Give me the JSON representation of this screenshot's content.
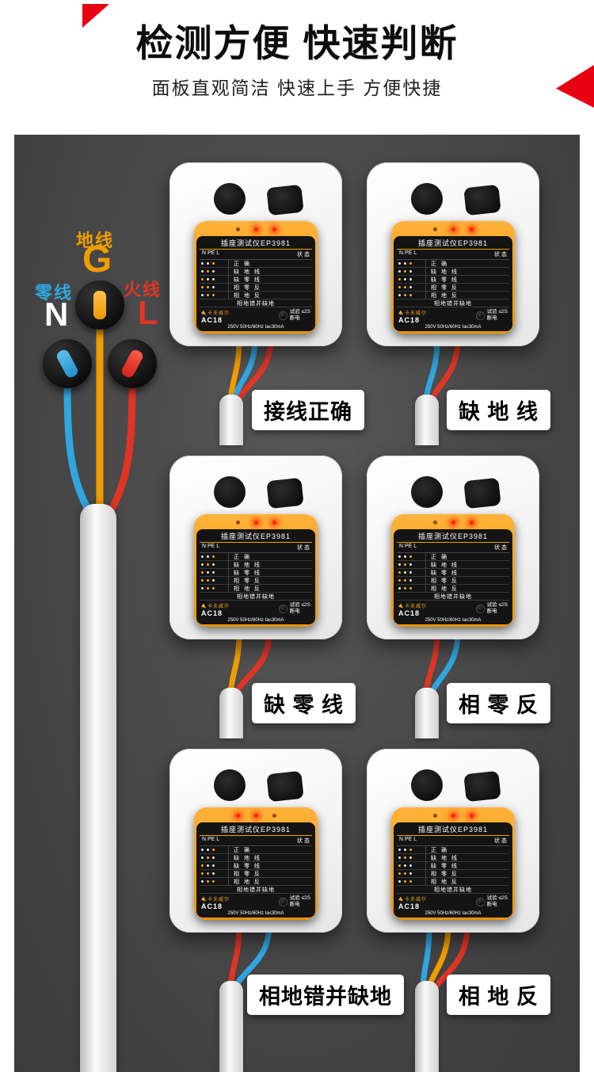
{
  "page": {
    "title": "检测方便 快速判断",
    "subtitle": "面板直观简洁 快速上手 方便快捷"
  },
  "legend": {
    "ground_label": "地线",
    "ground_letter": "G",
    "neutral_label": "零线",
    "neutral_letter": "N",
    "live_label": "火线",
    "live_letter": "L",
    "colors": {
      "ground": "#f09d00",
      "neutral": "#2fa6df",
      "live": "#e23425",
      "accent_red": "#e60012"
    }
  },
  "tester": {
    "title": "插座测试仪EP3981",
    "col_left": "N PE L",
    "col_right": "状 态",
    "rows": [
      "正 确",
      "缺 地 线",
      "缺 零 线",
      "相 零 反",
      "相 地 反",
      "相地错并缺地"
    ],
    "brand": "卡夫威尔",
    "model": "AC18",
    "test": "试验",
    "time": "≤2S",
    "cut": "断电",
    "rating": "250V 50Hz/60Hz Ia≤30mA"
  },
  "sockets": [
    {
      "label": "接线正确",
      "leds": [
        0,
        1,
        1
      ],
      "wires": [
        "ground",
        "neutral",
        "live"
      ]
    },
    {
      "label": "缺 地 线",
      "leds": [
        0,
        1,
        1
      ],
      "wires": [
        "neutral",
        "live"
      ]
    },
    {
      "label": "缺 零 线",
      "leds": [
        0,
        1,
        1
      ],
      "wires": [
        "ground",
        "live"
      ]
    },
    {
      "label": "相 零 反",
      "leds": [
        0,
        1,
        1
      ],
      "wires": [
        "live",
        "neutral"
      ]
    },
    {
      "label": "相地错并缺地",
      "leds": [
        1,
        1,
        0
      ],
      "wires": [
        "live",
        "neutral"
      ]
    },
    {
      "label": "相 地 反",
      "leds": [
        0,
        1,
        1
      ],
      "wires": [
        "neutral",
        "ground",
        "live"
      ]
    }
  ]
}
